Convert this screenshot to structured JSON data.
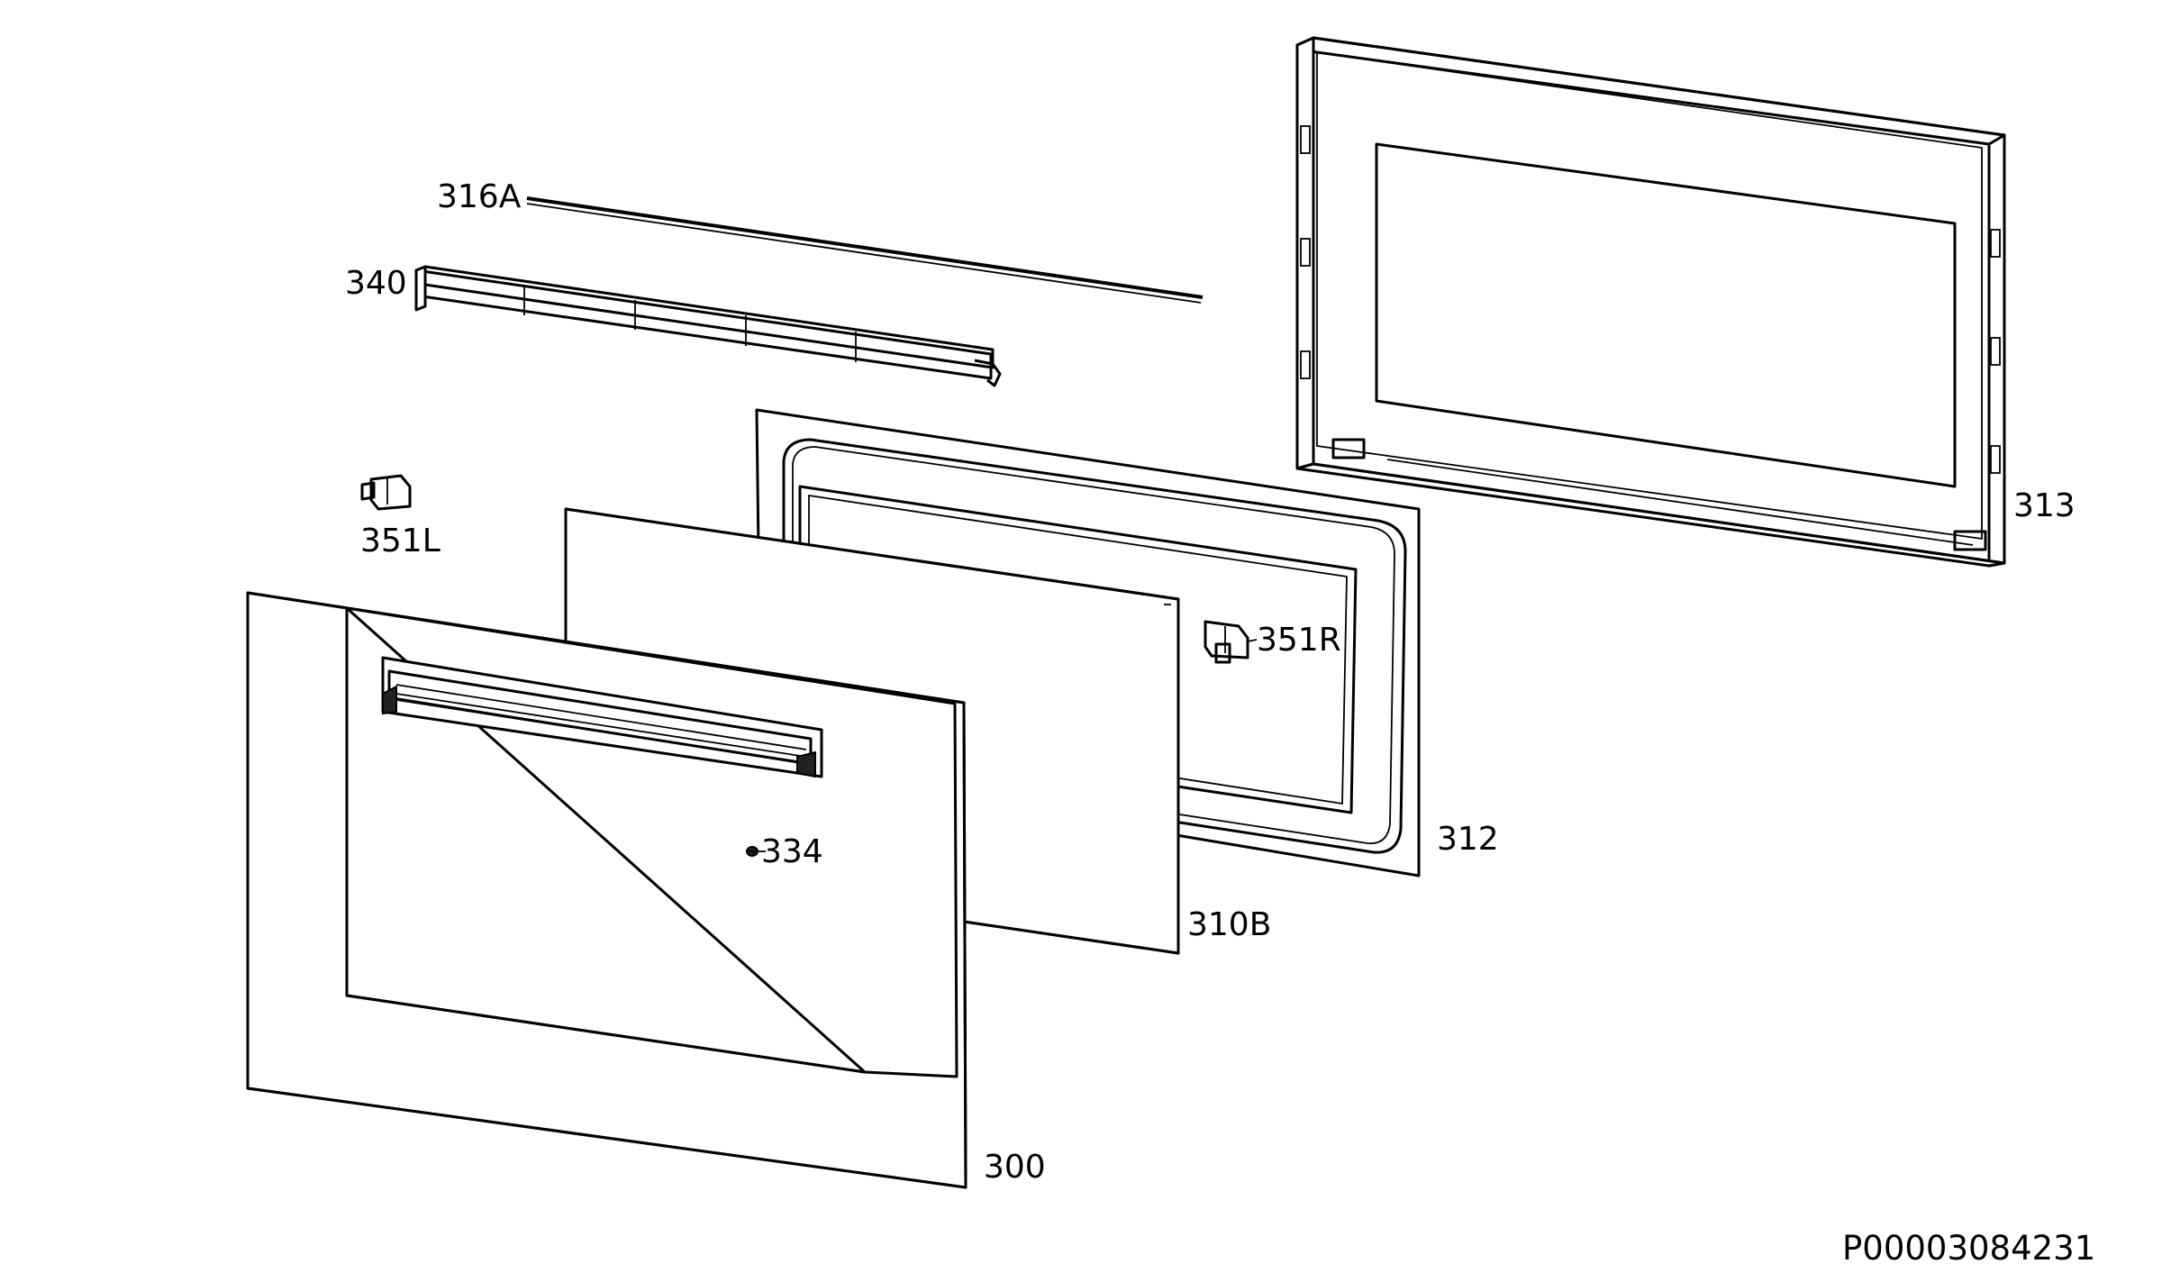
{
  "labels": {
    "p316A": "316A",
    "p340": "340",
    "p351L": "351L",
    "p313": "313",
    "p351R": "351R",
    "p312": "312",
    "p334": "334",
    "p310B": "310B",
    "p300": "300"
  },
  "document_id": "P00003084231",
  "colors": {
    "line": "#000000",
    "background": "#ffffff"
  }
}
